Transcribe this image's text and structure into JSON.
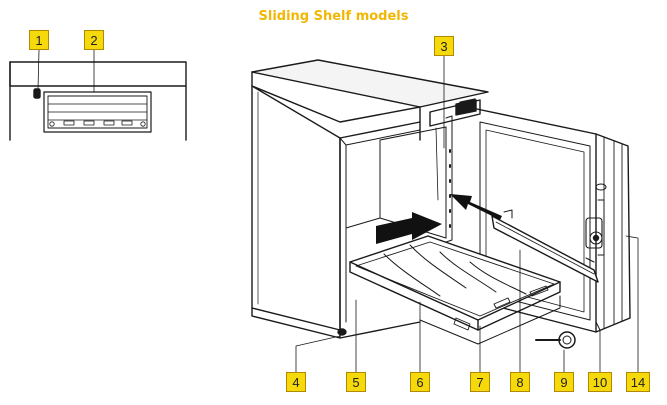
{
  "title": "Sliding Shelf models",
  "colors": {
    "title": "#f2b705",
    "callout": "#f5d90a",
    "line": "#1a1a1a",
    "arrow": "#111111",
    "light": "#f4f4f4"
  },
  "callouts": [
    {
      "id": "1",
      "label": "1"
    },
    {
      "id": "2",
      "label": "2"
    },
    {
      "id": "3",
      "label": "3"
    },
    {
      "id": "4",
      "label": "4"
    },
    {
      "id": "5",
      "label": "5"
    },
    {
      "id": "6",
      "label": "6"
    },
    {
      "id": "7",
      "label": "7"
    },
    {
      "id": "8",
      "label": "8"
    },
    {
      "id": "9",
      "label": "9"
    },
    {
      "id": "10",
      "label": "10"
    },
    {
      "id": "14",
      "label": "14"
    }
  ]
}
